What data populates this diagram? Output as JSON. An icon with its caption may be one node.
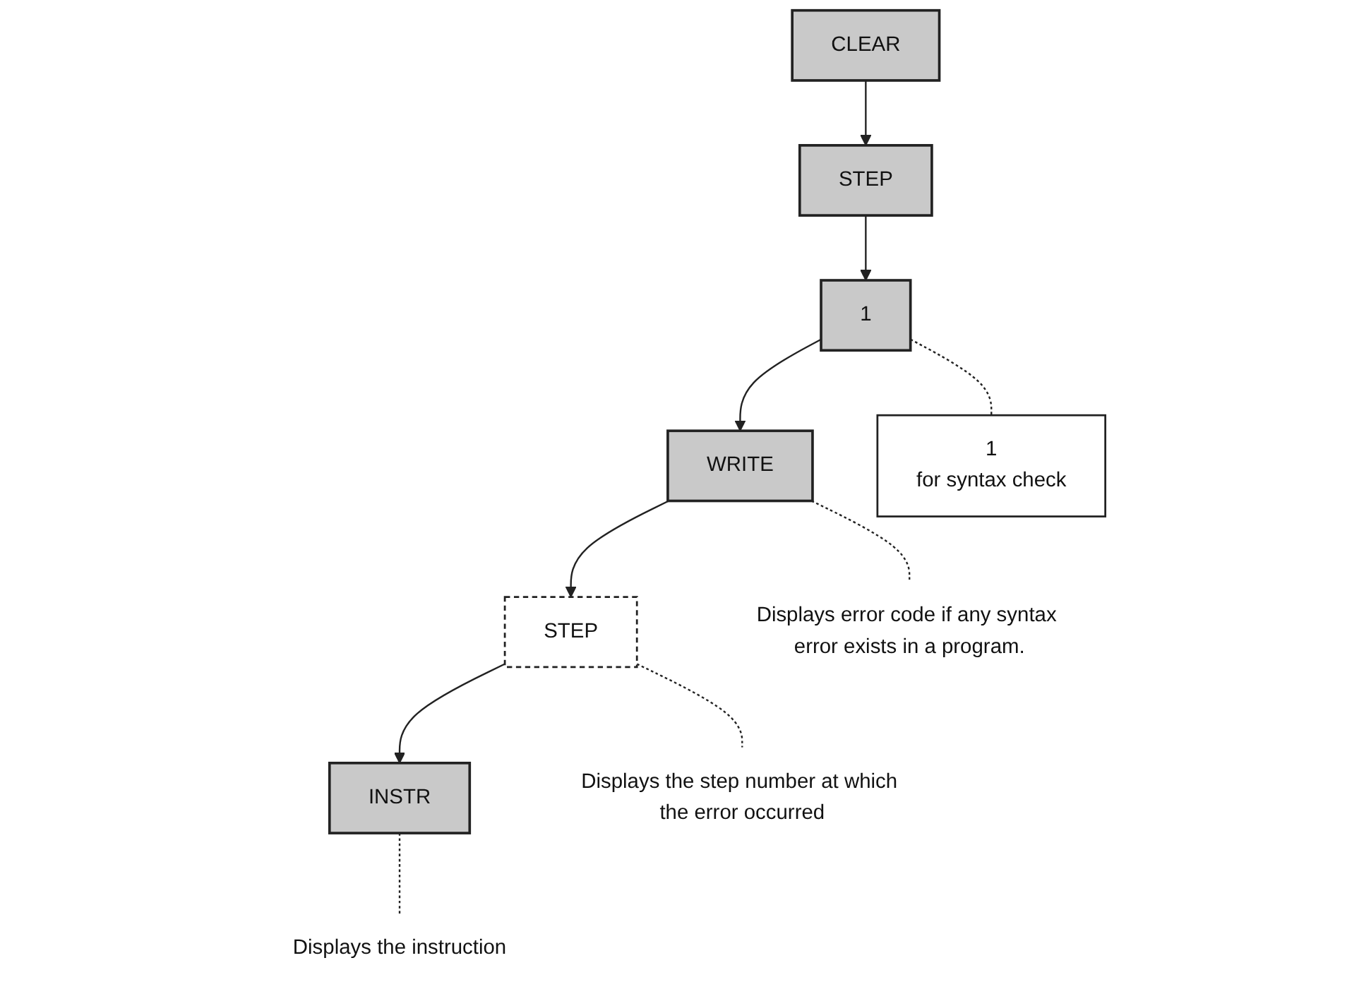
{
  "diagram": {
    "nodes": [
      {
        "text": [
          "CLEAR"
        ]
      },
      {
        "text": [
          "STEP"
        ]
      },
      {
        "text": [
          "1"
        ]
      },
      {
        "text": [
          "WRITE"
        ]
      },
      {
        "text": [
          "STEP"
        ]
      },
      {
        "text": [
          "INSTR"
        ]
      },
      {
        "text": [
          "1",
          "for syntax check"
        ]
      },
      {
        "text": [
          "Displays error code if any syntax error exists in a program."
        ]
      },
      {
        "text": [
          "Displays the step number at which the error occurred"
        ]
      },
      {
        "text": [
          "Displays the instruction"
        ]
      }
    ],
    "edges": [
      {
        "from": 0,
        "to": 1,
        "arrow": "to"
      },
      {
        "from": 1,
        "to": 2,
        "arrow": "to"
      },
      {
        "from": 2,
        "to": 3,
        "arrow": "to"
      },
      {
        "from": 3,
        "to": 4,
        "arrow": "to"
      },
      {
        "from": 4,
        "to": 5,
        "arrow": "to"
      },
      {
        "from": 2,
        "to": 6,
        "arrow": "none",
        "style": "dashed"
      },
      {
        "from": 3,
        "to": 7,
        "arrow": "none",
        "style": "dashed"
      },
      {
        "from": 4,
        "to": 8,
        "arrow": "none",
        "style": "dashed"
      },
      {
        "from": 5,
        "to": 9,
        "arrow": "none",
        "style": "dashed"
      }
    ]
  }
}
